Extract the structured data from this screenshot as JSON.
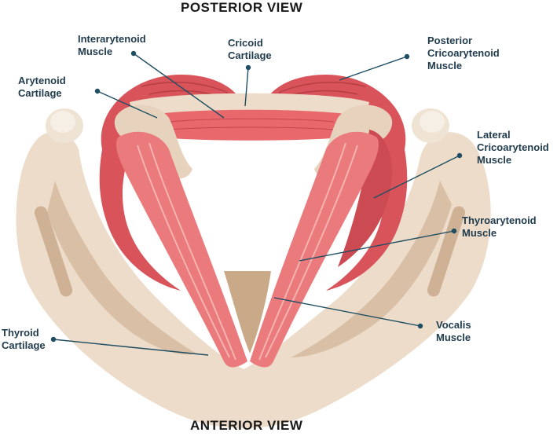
{
  "titles": {
    "top": "POSTERIOR VIEW",
    "bottom": "ANTERIOR VIEW"
  },
  "labels": {
    "interarytenoid": [
      "Interarytenoid",
      "Muscle"
    ],
    "cricoid": [
      "Cricoid",
      "Cartilage"
    ],
    "posterior_cricoarytenoid": [
      "Posterior",
      "Cricoarytenoid",
      "Muscle"
    ],
    "arytenoid": [
      "Arytenoid",
      "Cartilage"
    ],
    "lateral_cricoarytenoid": [
      "Lateral",
      "Cricoarytenoid",
      "Muscle"
    ],
    "thyroarytenoid": [
      "Thyroarytenoid",
      "Muscle"
    ],
    "vocalis": [
      "Vocalis",
      "Muscle"
    ],
    "thyroid": [
      "Thyroid",
      "Cartilage"
    ]
  },
  "colors": {
    "cartilage": "#ecdcc9",
    "cartilage_shadow": "#cfb196",
    "muscle_dark": "#d9545a",
    "muscle_mid": "#ea7a7c",
    "muscle_light": "#f4a0a0",
    "leader": "#1f4e63"
  }
}
